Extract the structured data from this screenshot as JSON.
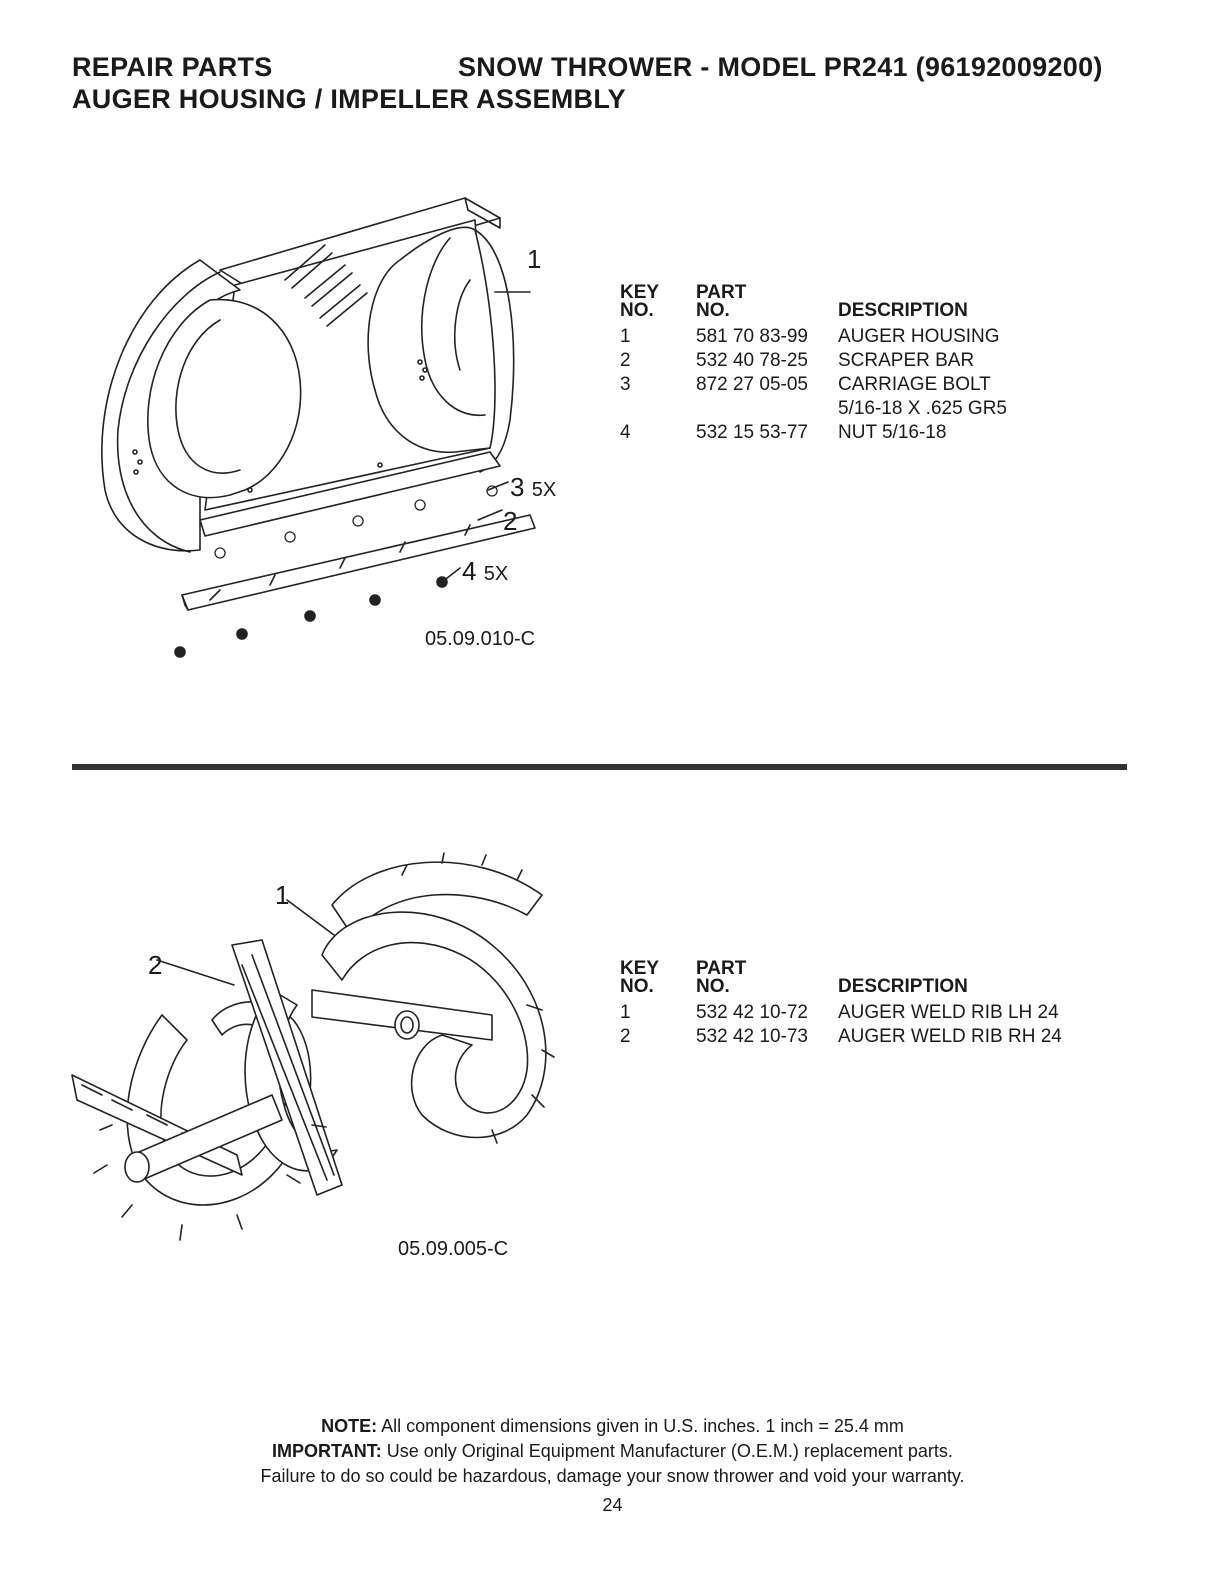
{
  "header": {
    "left_line1": "REPAIR PARTS",
    "right_line1": "SNOW THROWER - MODEL  PR241  (96192009200)",
    "line2": "AUGER HOUSING / IMPELLER ASSEMBLY"
  },
  "section1": {
    "figure_ref": "05.09.010-C",
    "callouts": {
      "c1": "1",
      "c2": "2",
      "c3": "3",
      "c3_qty": "5X",
      "c4": "4",
      "c4_qty": "5X"
    },
    "table": {
      "col1_h1": "KEY",
      "col1_h2": "NO.",
      "col2_h1": "PART",
      "col2_h2": "NO.",
      "col3_h": "DESCRIPTION",
      "rows": [
        {
          "key": "1",
          "part": "581 70 83-99",
          "desc": "AUGER HOUSING",
          "desc2": ""
        },
        {
          "key": "2",
          "part": "532 40 78-25",
          "desc": "SCRAPER BAR",
          "desc2": ""
        },
        {
          "key": "3",
          "part": "872 27 05-05",
          "desc": "CARRIAGE BOLT",
          "desc2": "5/16-18 X .625 GR5"
        },
        {
          "key": "4",
          "part": "532 15 53-77",
          "desc": "NUT 5/16-18",
          "desc2": ""
        }
      ]
    }
  },
  "section2": {
    "figure_ref": "05.09.005-C",
    "callouts": {
      "c1": "1",
      "c2": "2"
    },
    "table": {
      "col1_h1": "KEY",
      "col1_h2": "NO.",
      "col2_h1": "PART",
      "col2_h2": "NO.",
      "col3_h": "DESCRIPTION",
      "rows": [
        {
          "key": "1",
          "part": "532 42 10-72",
          "desc": "AUGER WELD RIB LH 24"
        },
        {
          "key": "2",
          "part": "532 42 10-73",
          "desc": "AUGER WELD RIB RH 24"
        }
      ]
    }
  },
  "footer": {
    "note_label": "NOTE:",
    "note_text": " All component dimensions given in U.S. inches.    1 inch = 25.4 mm",
    "important_label": "IMPORTANT:",
    "important_text": " Use only Original Equipment Manufacturer (O.E.M.) replacement parts.",
    "warning": "Failure to do so could be hazardous, damage your snow thrower and void your warranty.",
    "page_number": "24"
  }
}
